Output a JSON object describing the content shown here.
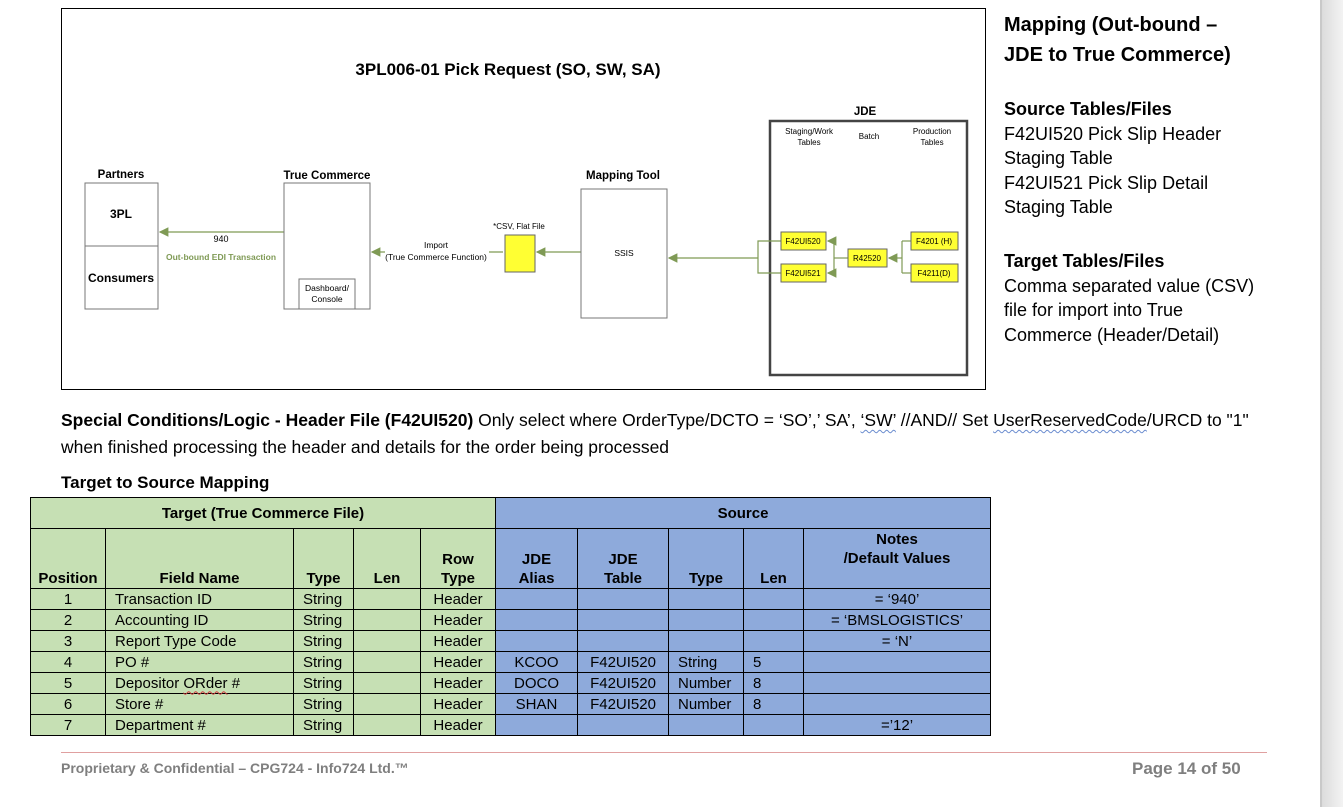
{
  "diagram": {
    "title": "3PL006-01 Pick Request (SO, SW, SA)",
    "partners_label": "Partners",
    "partner_3pl": "3PL",
    "partner_consumers": "Consumers",
    "edi_code": "940",
    "edi_label": "Out-bound EDI Transaction",
    "tc_label": "True Commerce",
    "tc_console": [
      "Dashboard/",
      "Console"
    ],
    "import_label": [
      "Import",
      "(True Commerce Function)"
    ],
    "flatfile_label": "*CSV, Flat File",
    "mapping_tool_label": "Mapping Tool",
    "ssis_label": "SSIS",
    "jde_label": "JDE",
    "staging_label": [
      "Staging/Work",
      "Tables"
    ],
    "batch_label": "Batch",
    "production_label": [
      "Production",
      "Tables"
    ],
    "f42ui520": "F42UI520",
    "f42ui521": "F42UI521",
    "r42520": "R42520",
    "f4201": "F4201 (H)",
    "f4211": "F4211(D)"
  },
  "side": {
    "title_line1": "Mapping  (Out-bound –",
    "title_line2": "JDE to True Commerce)",
    "source_heading": "Source Tables/Files",
    "source_lines": [
      "F42UI520 Pick Slip Header",
      "Staging Table",
      "F42UI521 Pick Slip Detail",
      "Staging Table"
    ],
    "target_heading": "Target Tables/Files",
    "target_lines": [
      "Comma separated value (CSV)",
      "file for import into True",
      "Commerce (Header/Detail)"
    ]
  },
  "special": {
    "bold": "Special Conditions/Logic - Header File (F42UI520)",
    "text_a": " Only select where OrderType/DCTO = ‘SO’,’ SA’, ",
    "sw": "‘SW’",
    "text_b": "  //AND// Set ",
    "urc": "UserReservedCode",
    "text_c": "/URCD to \"1\" when finished processing the header and details for the order being processed"
  },
  "mapping_title": "Target to Source Mapping",
  "table": {
    "group_target": "Target (True Commerce File)",
    "group_source": "Source",
    "headers": {
      "position": "Position",
      "field_name": "Field Name",
      "type": "Type",
      "len": "Len",
      "row_type": [
        "Row",
        "Type"
      ],
      "jde_alias": [
        "JDE",
        "Alias"
      ],
      "jde_table": [
        "JDE",
        "Table"
      ],
      "src_type": "Type",
      "src_len": "Len",
      "notes": [
        "Notes",
        "/Default Values"
      ]
    },
    "rows": [
      {
        "pos": "1",
        "field": "Transaction ID",
        "type": "String",
        "len": "",
        "row_type": "Header",
        "alias": "",
        "table": "",
        "stype": "",
        "slen": "",
        "notes": "= ‘940’"
      },
      {
        "pos": "2",
        "field": "Accounting ID",
        "type": "String",
        "len": "",
        "row_type": "Header",
        "alias": "",
        "table": "",
        "stype": "",
        "slen": "",
        "notes": "= ‘BMSLOGISTICS’"
      },
      {
        "pos": "3",
        "field": "Report Type Code",
        "type": "String",
        "len": "",
        "row_type": "Header",
        "alias": "",
        "table": "",
        "stype": "",
        "slen": "",
        "notes": "= ‘N’"
      },
      {
        "pos": "4",
        "field": "PO #",
        "type": "String",
        "len": "",
        "row_type": "Header",
        "alias": "KCOO",
        "table": "F42UI520",
        "stype": "String",
        "slen": "5",
        "notes": ""
      },
      {
        "pos": "5",
        "field": "Depositor ORder #",
        "type": "String",
        "len": "",
        "row_type": "Header",
        "alias": "DOCO",
        "table": "F42UI520",
        "stype": "Number",
        "slen": "8",
        "notes": ""
      },
      {
        "pos": "6",
        "field": "Store #",
        "type": "String",
        "len": "",
        "row_type": "Header",
        "alias": "SHAN",
        "table": "F42UI520",
        "stype": "Number",
        "slen": "8",
        "notes": ""
      },
      {
        "pos": "7",
        "field": "Department #",
        "type": "String",
        "len": "",
        "row_type": "Header",
        "alias": "",
        "table": "",
        "stype": "",
        "slen": "",
        "notes": "=’12’"
      }
    ]
  },
  "footer": {
    "left": "Proprietary & Confidential – CPG724 - Info724 Ltd.™",
    "right": "Page 14 of 50"
  }
}
